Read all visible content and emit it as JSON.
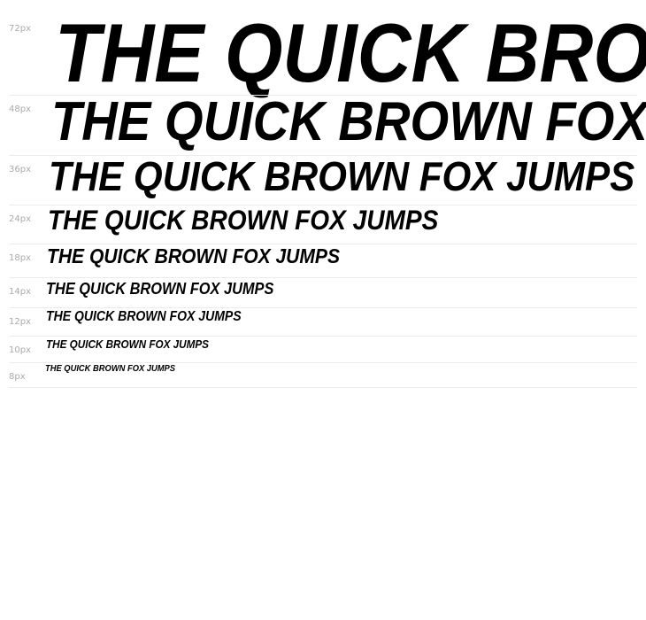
{
  "sample_text": "THE QUICK BROWN FOX JUMPS",
  "rows": [
    {
      "size_label": "72px"
    },
    {
      "size_label": "48px"
    },
    {
      "size_label": "36px"
    },
    {
      "size_label": "24px"
    },
    {
      "size_label": "18px"
    },
    {
      "size_label": "14px"
    },
    {
      "size_label": "12px"
    },
    {
      "size_label": "10px"
    },
    {
      "size_label": "8px"
    }
  ]
}
